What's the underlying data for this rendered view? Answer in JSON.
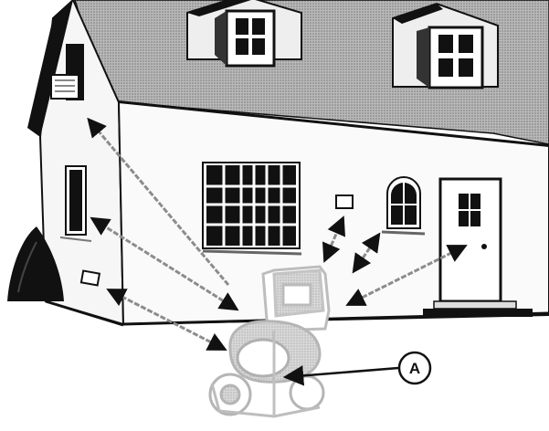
{
  "callout": {
    "label": "A"
  },
  "colors": {
    "ink": "#111111",
    "roof": "#9a9a9a",
    "wall": "#f7f7f7",
    "shadow": "#7a7a7a",
    "arrow": "#8c8c8c",
    "washer": "#c4c4c4"
  },
  "icons": [
    "house-illustration",
    "pressure-washer-illustration",
    "shrub-icon",
    "callout-arrow-icon"
  ]
}
